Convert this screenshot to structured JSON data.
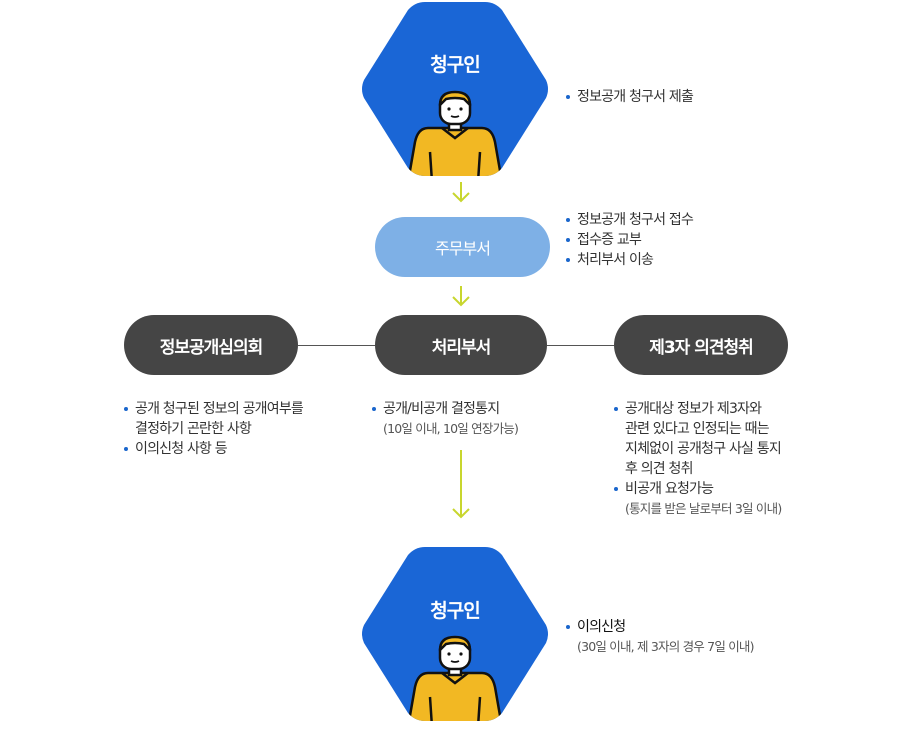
{
  "colors": {
    "hex_blue": "#1a66d6",
    "pill_light": "#7eb0e6",
    "pill_dark": "#454545",
    "arrow": "#c8d62e",
    "person_shirt": "#f2b823",
    "bullet": "#1a66cc"
  },
  "top_hex": {
    "title": "청구인",
    "icon": "person-icon",
    "bullets": [
      "정보공개 청구서 제출"
    ]
  },
  "reception": {
    "label": "주무부서",
    "bullets": [
      "정보공개 청구서 접수",
      "접수증 교부",
      "처리부서 이송"
    ]
  },
  "committee": {
    "label": "정보공개심의회",
    "bullets": [
      {
        "lines": [
          "공개 청구된 정보의 공개여부를",
          "결정하기 곤란한 사항"
        ]
      },
      {
        "lines": [
          "이의신청 사항 등"
        ]
      }
    ]
  },
  "processing": {
    "label": "처리부서",
    "bullets": [
      {
        "lines": [
          "공개/비공개 결정통지"
        ],
        "sub": "(10일 이내, 10일 연장가능)"
      }
    ]
  },
  "third_party": {
    "label": "제3자 의견청취",
    "bullets": [
      {
        "lines": [
          "공개대상 정보가 제3자와",
          "관련 있다고 인정되는 때는",
          "지체없이 공개청구 사실 통지",
          "후 의견 청취"
        ]
      },
      {
        "lines": [
          "비공개 요청가능"
        ],
        "sub": "(통지를 받은 날로부터 3일 이내)"
      }
    ]
  },
  "bottom_hex": {
    "title": "청구인",
    "icon": "person-icon",
    "bullets": [
      {
        "lines": [
          "이의신청"
        ],
        "sub": "(30일 이내, 제 3자의 경우 7일 이내)"
      }
    ]
  }
}
